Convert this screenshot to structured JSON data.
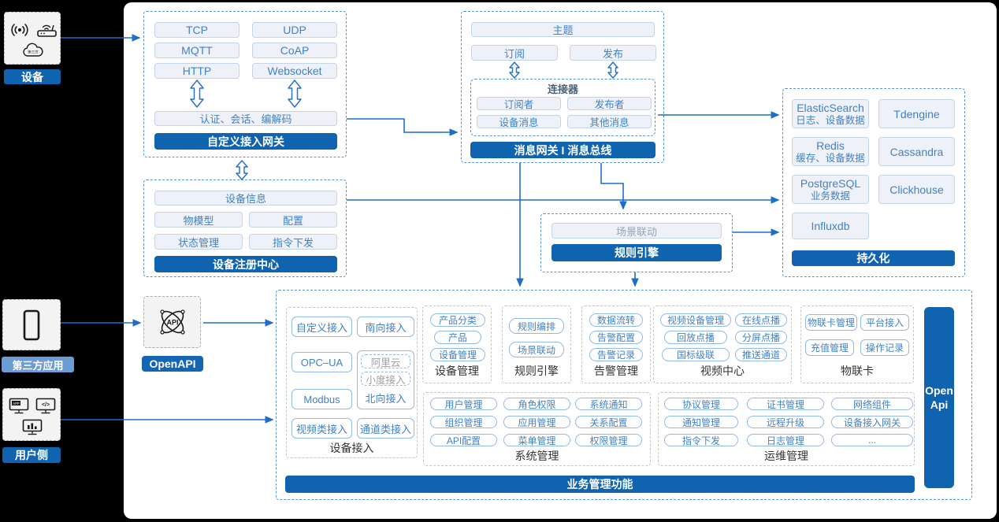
{
  "left_rail": {
    "device_label": "设备",
    "third_party_label": "第三方应用",
    "user_side_label": "用户侧",
    "cloud_icon_text": "第三方",
    "app_icon_text": "APP",
    "code_icon_text": "</>"
  },
  "gateway": {
    "protocols": [
      "TCP",
      "UDP",
      "MQTT",
      "CoAP",
      "HTTP",
      "Websocket"
    ],
    "session_bar": "认证、会话、编解码",
    "title": "自定义接入网关"
  },
  "registry": {
    "info": "设备信息",
    "items": [
      "物模型",
      "配置",
      "状态管理",
      "指令下发"
    ],
    "title": "设备注册中心"
  },
  "message_bus": {
    "topic": "主题",
    "subscribe": "订阅",
    "publish": "发布",
    "connector_title": "连接器",
    "connector_items": [
      "订阅者",
      "发布者",
      "设备消息",
      "其他消息"
    ],
    "title": "消息网关 I 消息总线"
  },
  "persistence": {
    "cells": [
      {
        "name": "ElasticSearch",
        "desc": "日志、设备数据"
      },
      {
        "name": "Tdengine",
        "desc": ""
      },
      {
        "name": "Redis",
        "desc": "缓存、设备数据"
      },
      {
        "name": "Cassandra",
        "desc": ""
      },
      {
        "name": "PostgreSQL",
        "desc": "业务数据"
      },
      {
        "name": "Clickhouse",
        "desc": ""
      },
      {
        "name": "Influxdb",
        "desc": ""
      }
    ],
    "title": "持久化"
  },
  "rule_engine": {
    "scene": "场景联动",
    "title": "规则引擎"
  },
  "openapi": {
    "label": "OpenAPI",
    "icon_text": "API"
  },
  "business": {
    "device_access": {
      "col1": [
        "自定义接入",
        "OPC–UA",
        "Modbus",
        "视频类接入"
      ],
      "col2_top": "南向接入",
      "cloud_group": [
        "阿里云",
        "小度接入",
        "北向接入"
      ],
      "col2_bottom": "通道类接入",
      "label": "设备接入"
    },
    "device_mgmt": {
      "items": [
        "产品分类",
        "产品",
        "设备管理"
      ],
      "label": "设备管理"
    },
    "rule": {
      "items": [
        "规则编排",
        "场景联动"
      ],
      "label": "规则引擎"
    },
    "alarm": {
      "items": [
        "数据流转",
        "告警配置",
        "告警记录"
      ],
      "label": "告警管理"
    },
    "video": {
      "items": [
        "视频设备管理",
        "在线点播",
        "回放点播",
        "分屏点播",
        "国标级联",
        "推送通道"
      ],
      "label": "视频中心"
    },
    "iot_card": {
      "items": [
        "物联卡管理",
        "平台接入",
        "充值管理",
        "操作记录"
      ],
      "label": "物联卡"
    },
    "system": {
      "items": [
        "用户管理",
        "角色权限",
        "系统通知",
        "组织管理",
        "应用管理",
        "关系配置",
        "API配置",
        "菜单管理",
        "权限管理"
      ],
      "label": "系统管理"
    },
    "ops": {
      "items": [
        "协议管理",
        "证书管理",
        "网络组件",
        "通知管理",
        "远程升级",
        "设备接入网关",
        "指令下发",
        "日志管理",
        "..."
      ],
      "label": "运维管理"
    },
    "open_api": {
      "line1": "Open",
      "line2": "Api"
    },
    "footer": "业务管理功能"
  }
}
